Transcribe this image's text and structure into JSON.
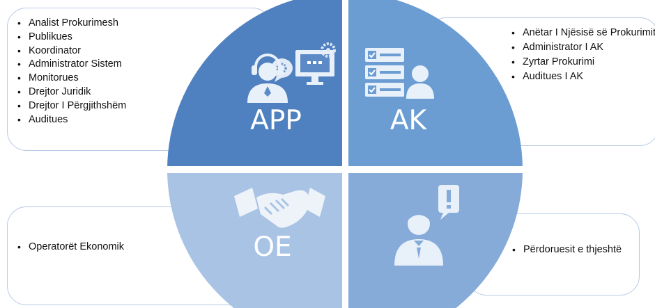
{
  "app": {
    "label": "APP",
    "items": [
      "Analist Prokurimesh",
      "Publikues",
      "Koordinator",
      "Administrator Sistem",
      "Monitorues",
      "Drejtor Juridik",
      "Drejtor I Përgjithshëm",
      "Auditues"
    ]
  },
  "ak": {
    "label": "AK",
    "items": [
      "Anëtar I Njësisë së Prokurimit",
      "Administrator I AK",
      "Zyrtar Prokurimi",
      "Auditues I AK"
    ]
  },
  "oe": {
    "label": "OE",
    "items": [
      "Operatorët Ekonomik"
    ]
  },
  "pe": {
    "items": [
      "Përdoruesit e thjeshtë"
    ]
  },
  "colors": {
    "app": "#4f80bf",
    "ak": "#6b9dd3",
    "oe": "#a9c3e5",
    "pe": "#86abd9",
    "box_border": "#b7c9e6"
  },
  "icons": {
    "app": "support-agent-icon",
    "ak": "checklist-user-icon",
    "oe": "handshake-icon",
    "pe": "user-alert-icon"
  }
}
